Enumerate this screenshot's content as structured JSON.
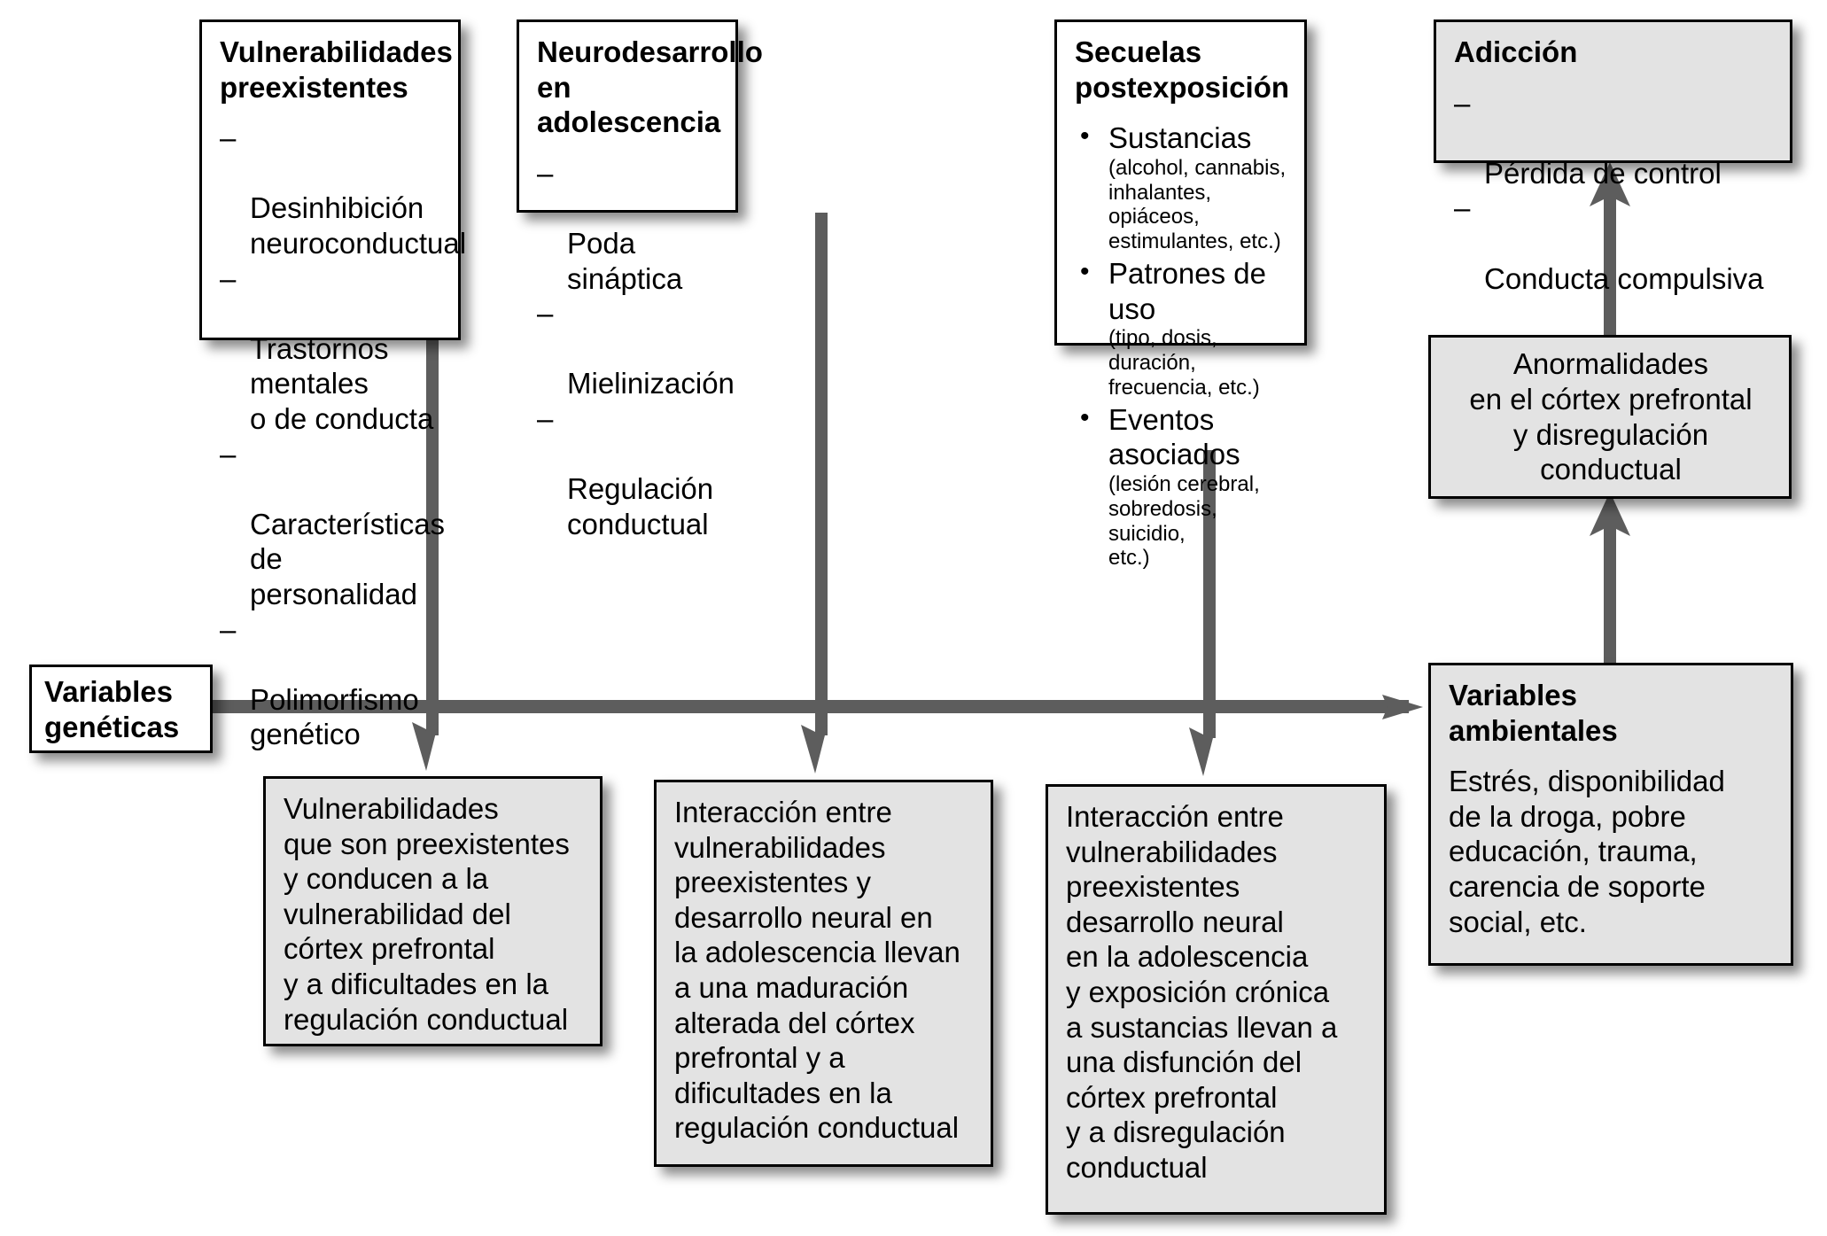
{
  "diagram": {
    "title_implicit": "",
    "colors": {
      "connector": "#5d5d5d",
      "box_border": "#000000",
      "box_fill_white": "#ffffff",
      "box_fill_gray": "#e3e3e3",
      "text": "#000000"
    }
  },
  "boxes": {
    "vulnerabilidades_preexistentes": {
      "title": "Vulnerabilidades\npreexistentes",
      "items": [
        "Desinhibición\nneuroconductual",
        "Trastornos mentales\no de conducta",
        "Características\nde personalidad",
        "Polimorfismo\ngenético"
      ],
      "marker": "–"
    },
    "neurodesarrollo": {
      "title": "Neurodesarrollo\nen adolescencia",
      "items": [
        "Poda sináptica",
        "Mielinización",
        "Regulación\nconductual"
      ],
      "marker": "–"
    },
    "secuelas": {
      "title": "Secuelas\npostexposición",
      "marker": "•",
      "items": [
        {
          "main": "Sustancias",
          "sub": "(alcohol, cannabis,\ninhalantes, opiáceos,\nestimulantes, etc.)"
        },
        {
          "main": "Patrones de uso",
          "sub": "(tipo, dosis, duración,\nfrecuencia, etc.)"
        },
        {
          "main": "Eventos asociados",
          "sub": "(lesión cerebral,\nsobredosis, suicidio,\netc.)"
        }
      ]
    },
    "adiccion": {
      "title": "Adicción",
      "marker": "–",
      "items": [
        "Pérdida de control",
        "Conducta compulsiva"
      ]
    },
    "anormalidades": {
      "body": "Anormalidades\nen el córtex prefrontal\ny disregulación\nconductual"
    },
    "variables_geneticas": {
      "title": "Variables\ngenéticas"
    },
    "variables_ambientales": {
      "title": "Variables\nambientales",
      "body": "Estrés, disponibilidad\nde la droga, pobre\neducación, trauma,\ncarencia de soporte\nsocial, etc."
    },
    "outcome_1": {
      "body": "Vulnerabilidades\nque son preexistentes\ny conducen a la\nvulnerabilidad del\ncórtex prefrontal\ny a dificultades en la\nregulación conductual"
    },
    "outcome_2": {
      "body": "Interacción entre\nvulnerabilidades\npreexistentes y\ndesarrollo neural en\nla adolescencia llevan\na una maduración\nalterada del córtex\nprefrontal y a\ndificultades en la\nregulación conductual"
    },
    "outcome_3": {
      "body": "Interacción entre\nvulnerabilidades\npreexistentes\ndesarrollo neural\nen la adolescencia\ny exposición crónica\na sustancias llevan a\nuna disfunción del\ncórtex prefrontal\ny a disregulación\nconductual"
    }
  }
}
